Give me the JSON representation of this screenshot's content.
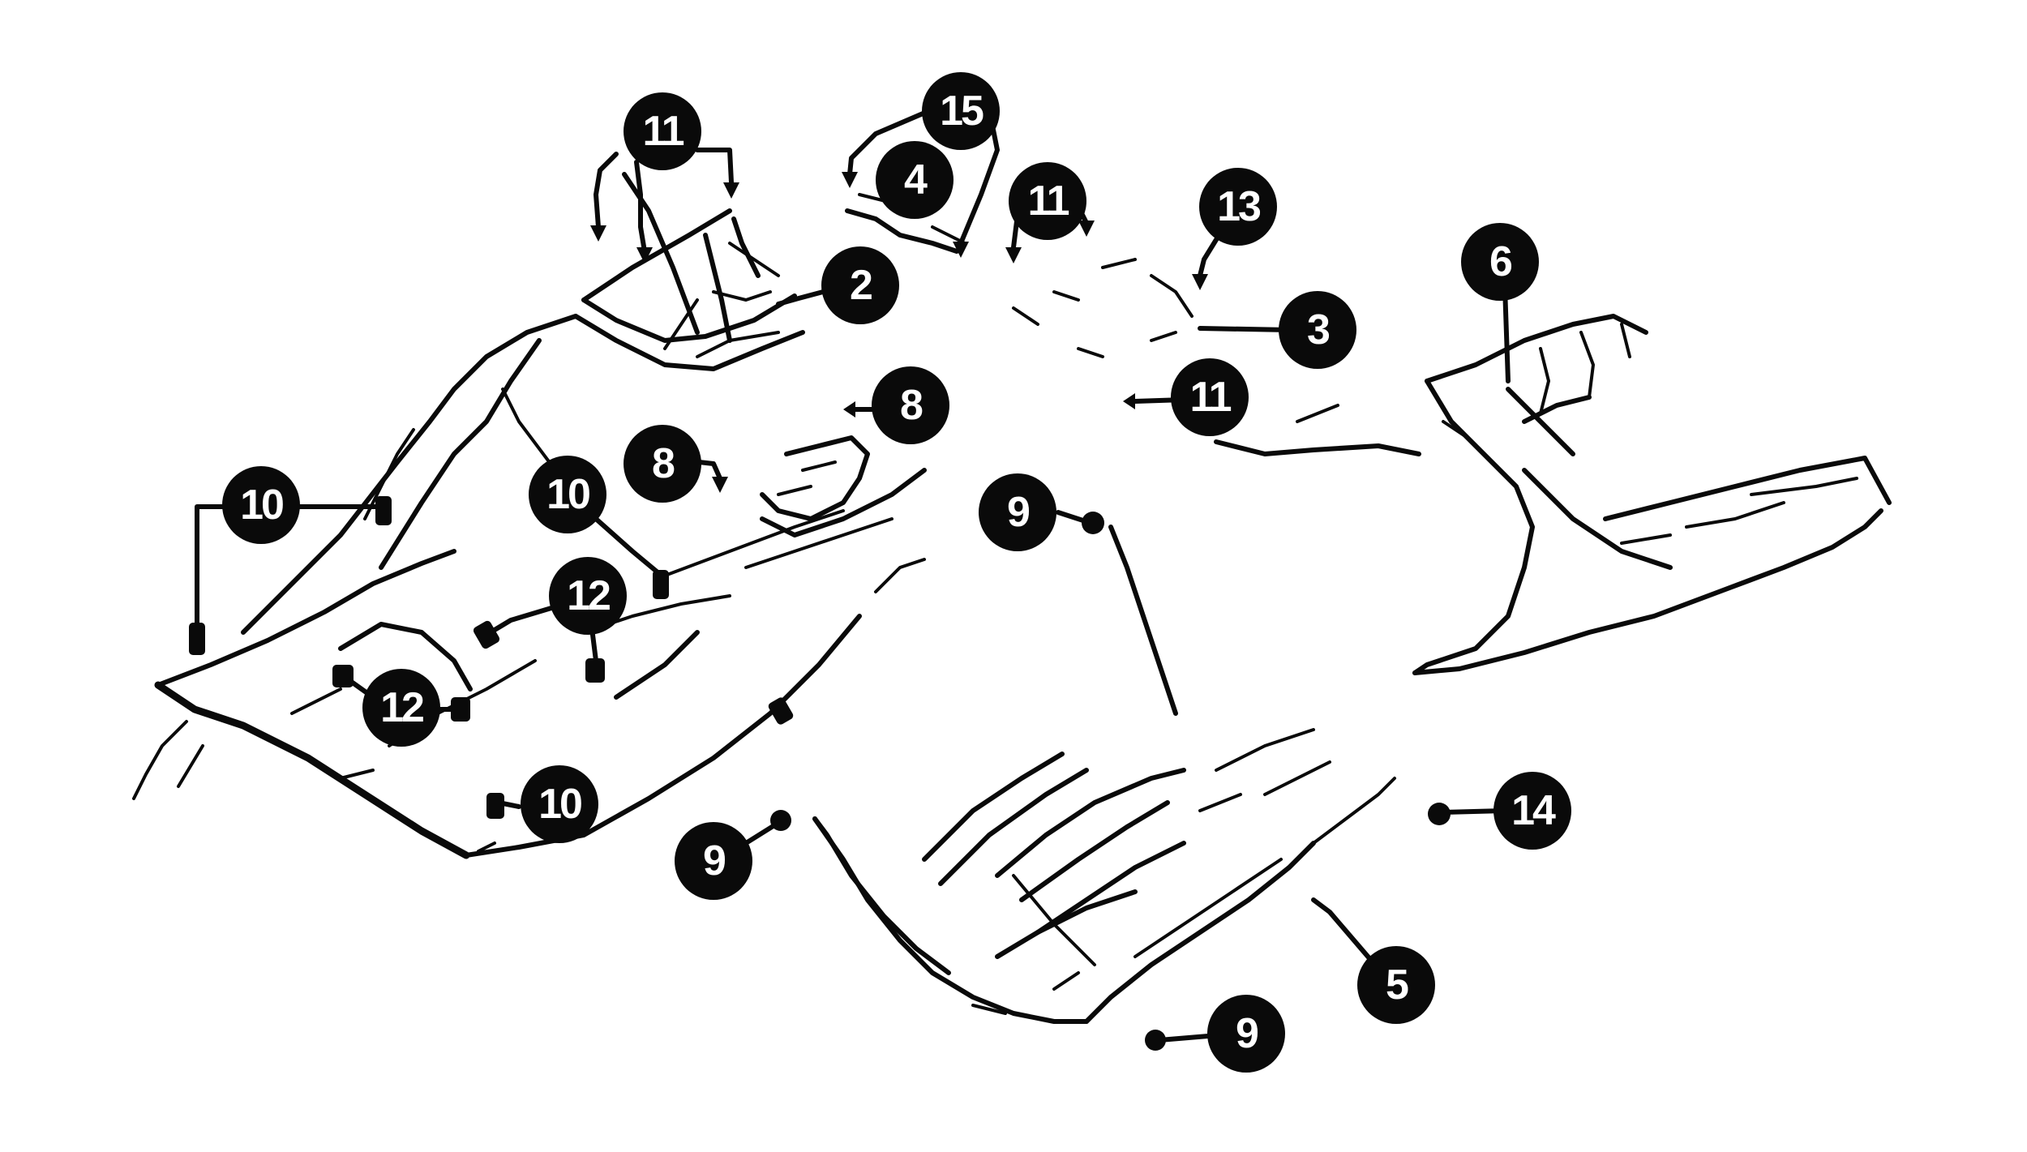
{
  "diagram": {
    "colors": {
      "ink": "#0a0a0a",
      "paper": "#ffffff",
      "callout_text": "#ffffff"
    },
    "callouts": [
      {
        "id": "c11-top",
        "label": "11"
      },
      {
        "id": "c15",
        "label": "15"
      },
      {
        "id": "c4",
        "label": "4"
      },
      {
        "id": "c2",
        "label": "2"
      },
      {
        "id": "c11-mid",
        "label": "11"
      },
      {
        "id": "c13",
        "label": "13"
      },
      {
        "id": "c3",
        "label": "3"
      },
      {
        "id": "c6",
        "label": "6"
      },
      {
        "id": "c11-right",
        "label": "11"
      },
      {
        "id": "c8-right",
        "label": "8"
      },
      {
        "id": "c8-left",
        "label": "8"
      },
      {
        "id": "c10-left",
        "label": "10"
      },
      {
        "id": "c10-mid",
        "label": "10"
      },
      {
        "id": "c12-upper",
        "label": "12"
      },
      {
        "id": "c12-lower",
        "label": "12"
      },
      {
        "id": "c10-bottom",
        "label": "10"
      },
      {
        "id": "c9-upper",
        "label": "9"
      },
      {
        "id": "c9-left",
        "label": "9"
      },
      {
        "id": "c9-bottom",
        "label": "9"
      },
      {
        "id": "c14",
        "label": "14"
      },
      {
        "id": "c5",
        "label": "5"
      }
    ]
  }
}
